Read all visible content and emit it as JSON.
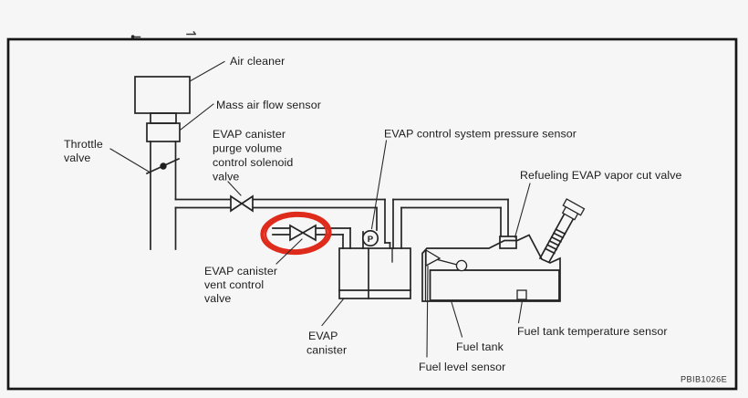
{
  "diagram": {
    "code": "PBIB1026E",
    "pressure_sensor_symbol": "P",
    "highlight": {
      "shape": "ellipse",
      "color": "#de2b1c",
      "target": "EVAP canister vent control valve"
    },
    "labels": {
      "air_cleaner": "Air cleaner",
      "mass_air_flow_sensor": "Mass air flow sensor",
      "throttle_valve": {
        "line1": "Throttle",
        "line2": "valve"
      },
      "purge_solenoid_valve": {
        "line1": "EVAP canister",
        "line2": "purge volume",
        "line3": "control solenoid",
        "line4": "valve"
      },
      "pressure_sensor": "EVAP control system pressure sensor",
      "refueling_vapor_cut_valve": "Refueling EVAP vapor cut valve",
      "vent_control_valve": {
        "line1": "EVAP canister",
        "line2": "vent control",
        "line3": "valve"
      },
      "evap_canister": {
        "line1": "EVAP",
        "line2": "canister"
      },
      "fuel_tank": "Fuel tank",
      "fuel_level_sensor": "Fuel level sensor",
      "fuel_tank_temperature_sensor": "Fuel tank temperature sensor"
    }
  }
}
